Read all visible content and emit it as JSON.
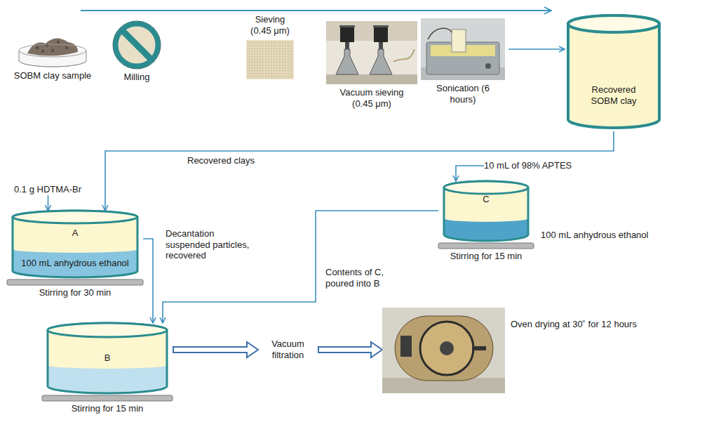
{
  "diagram": {
    "nodes": [
      {
        "text": [
          "SOBM clay sample"
        ]
      },
      {
        "text": [
          "Milling"
        ]
      },
      {
        "text": [
          "Sieving (0.45 μm)"
        ]
      },
      {
        "text": [
          "Vacuum sieving (0.45 μm)"
        ]
      },
      {
        "text": [
          "Sonication (6 hours)"
        ]
      },
      {
        "text": [
          "Recovered SOBM clay"
        ]
      },
      {
        "text": [
          "0.1 g HDTMA-Br"
        ]
      },
      {
        "text": [
          "A",
          "100 mL anhydrous ethanol",
          "Stirring for 30 min"
        ]
      },
      {
        "text": [
          "10 mL of 98% APTES"
        ]
      },
      {
        "text": [
          "C",
          "100 mL anhydrous ethanol",
          "Stirring for 15 min"
        ]
      },
      {
        "text": [
          "B",
          "Stirring for 15 min"
        ]
      },
      {
        "text": [
          "Vacuum filtration"
        ]
      },
      {
        "text": [
          "Oven drying at 30˚ for 12 hours"
        ]
      }
    ],
    "edges": [
      {
        "from": 4,
        "to": 5,
        "arrow": "to"
      },
      {
        "from": 5,
        "to": 7,
        "label": "Recovered clays",
        "arrow": "to"
      },
      {
        "from": 6,
        "to": 7,
        "arrow": "to"
      },
      {
        "from": 7,
        "to": 10,
        "label": "Decantation suspended particles, recovered",
        "arrow": "to"
      },
      {
        "from": 8,
        "to": 9,
        "arrow": "to"
      },
      {
        "from": 9,
        "to": 10,
        "label": "Contents of C, poured into B",
        "arrow": "to"
      },
      {
        "from": 10,
        "to": 11,
        "arrow": "to"
      },
      {
        "from": 11,
        "to": 12,
        "arrow": "to"
      }
    ]
  }
}
